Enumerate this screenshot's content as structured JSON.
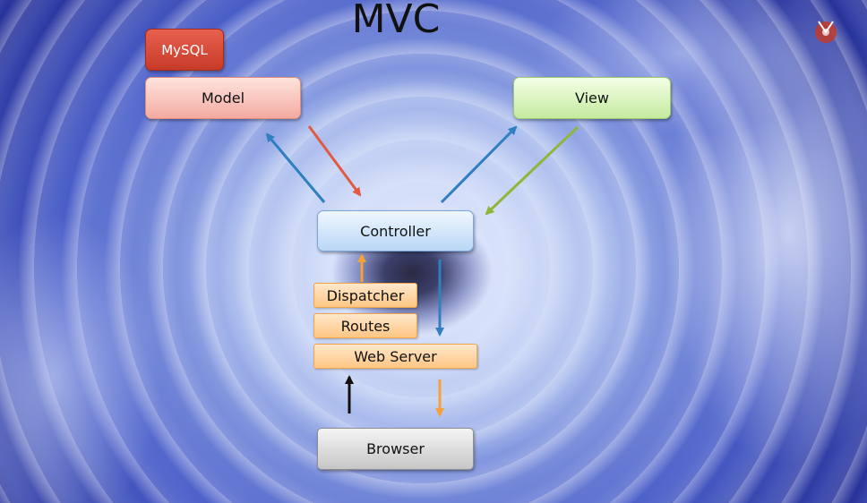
{
  "title": "MVC",
  "boxes": {
    "mysql": "MySQL",
    "model": "Model",
    "view": "View",
    "controller": "Controller",
    "dispatcher": "Dispatcher",
    "routes": "Routes",
    "web_server": "Web Server",
    "browser": "Browser"
  },
  "colors": {
    "arrow_blue": "#2f7fc1",
    "arrow_red": "#e05a44",
    "arrow_green": "#8fb63a",
    "arrow_orange": "#f3a13a",
    "arrow_black": "#111111",
    "mysql_fill": "#d9493a",
    "model_fill": "#f6b8ae",
    "view_fill": "#d2efb0",
    "controller_fill": "#c4ddf7",
    "stack_fill": "#ffd199",
    "browser_fill": "#d4d4d4"
  },
  "logo": {
    "icon": "presenter-logo-icon"
  }
}
